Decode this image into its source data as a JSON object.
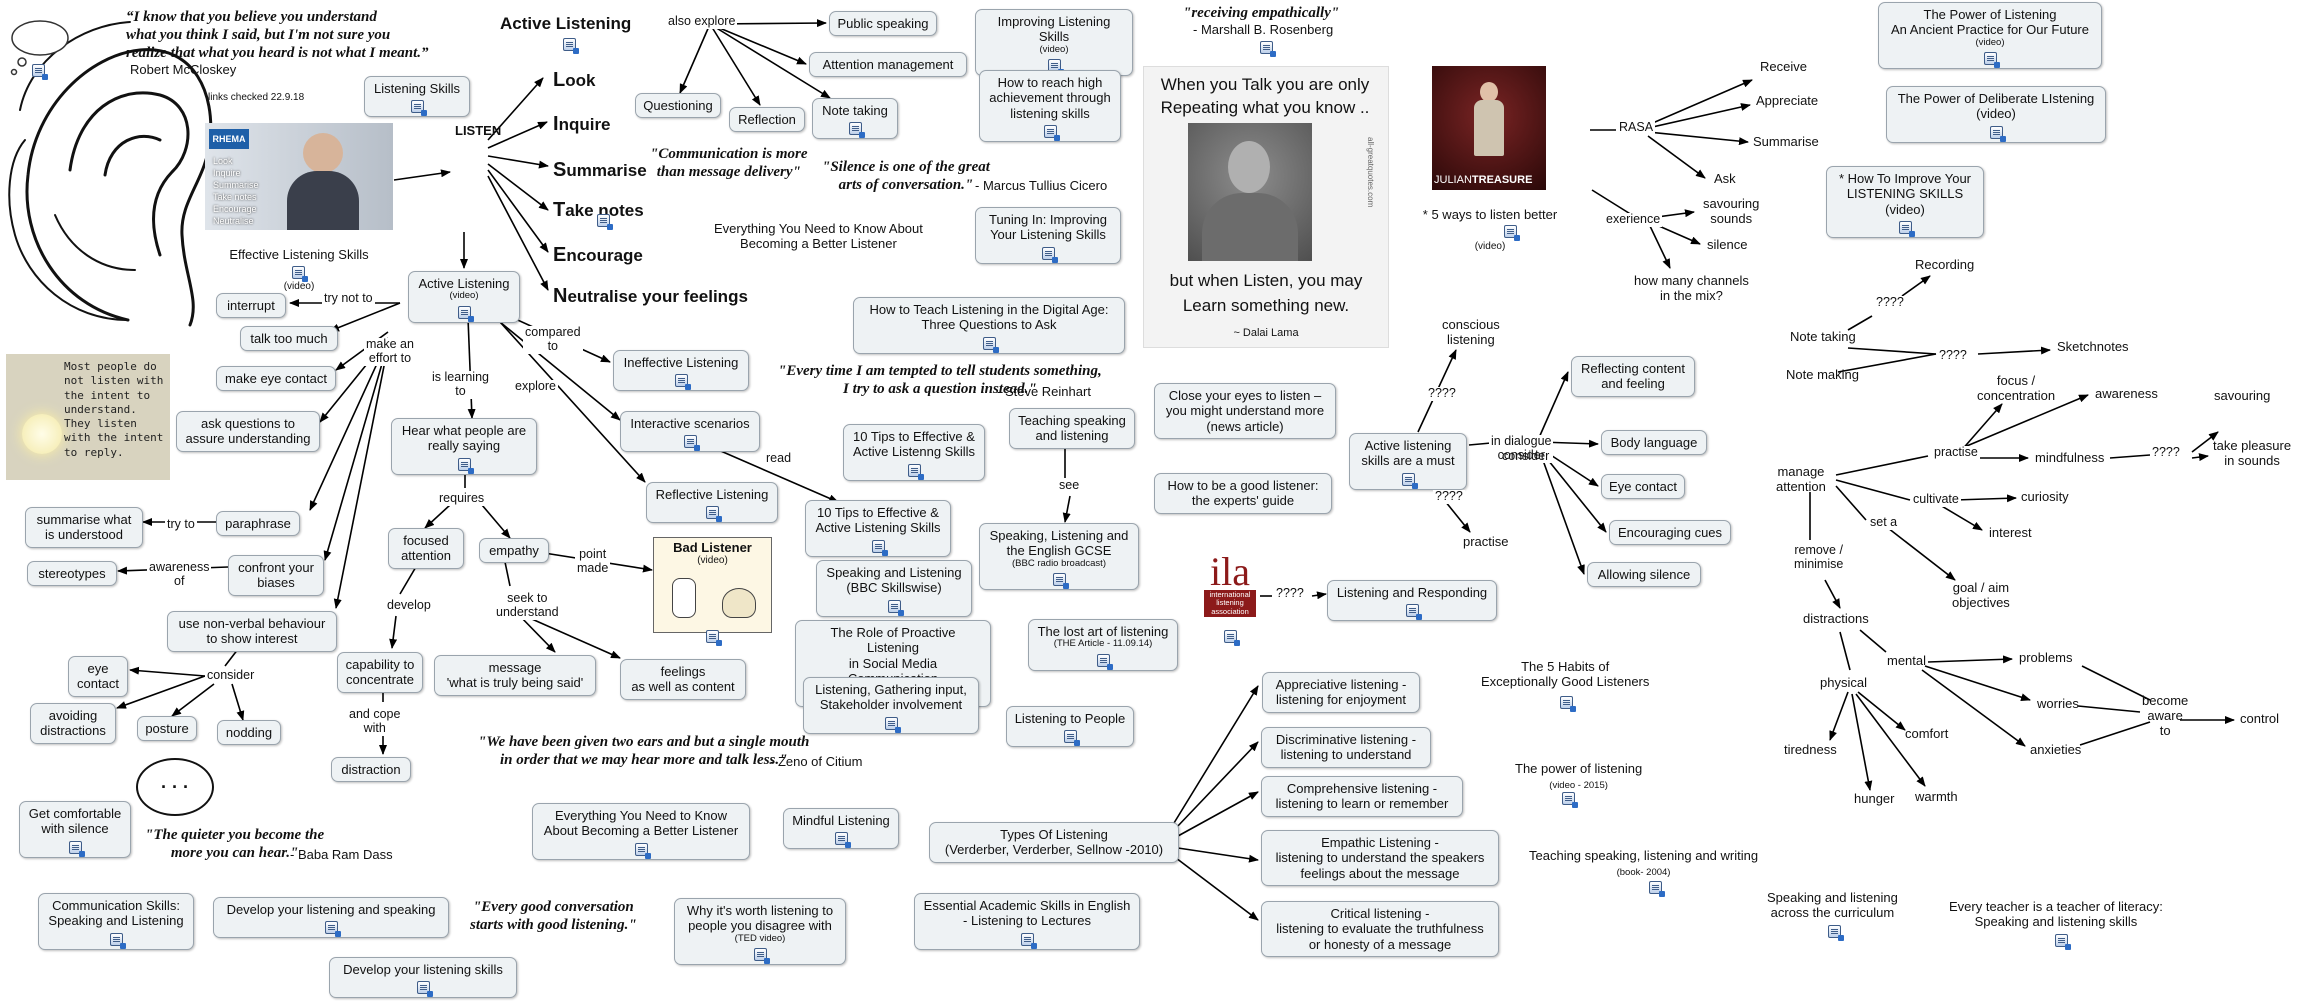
{
  "diagram": {
    "vertical_word": "LISTEN",
    "listen_steps": [
      {
        "letter": "L",
        "rest": "ook"
      },
      {
        "letter": "I",
        "rest": "nquire"
      },
      {
        "letter": "S",
        "rest": "ummarise"
      },
      {
        "letter": "T",
        "rest": "ake notes"
      },
      {
        "letter": "E",
        "rest": "ncourage"
      },
      {
        "letter": "N",
        "rest": "eutralise your feelings"
      }
    ],
    "images": {
      "rhema_logo": "RHEMA",
      "rhema_list": [
        "Look",
        "Inquire",
        "Summarise",
        "Take notes",
        "Encourage",
        "Neutralise"
      ],
      "bulb_quote": "Most people do not listen with the intent to understand. They listen with the intent to reply.",
      "dalai_top": "When you Talk you are only Repeating what you know ..",
      "dalai_bottom": "but when Listen, you may Learn something new.",
      "dalai_author": "~ Dalai Lama",
      "dalai_side": "all-greatquotes.com",
      "ted_brand_light": "JULIAN",
      "ted_brand_bold": "TREASURE",
      "ila_big": "ila",
      "ila_small": "international\nlistening\nassociation",
      "bad_listener_title": "Bad Listener",
      "bad_listener_sub": "(video)",
      "speech_bubble": "· · ·"
    },
    "quotes": [
      {
        "text": "“I know that you believe you understand\nwhat you think I said, but I'm not sure you\nrealize that what you heard is not what I meant.”",
        "author": "Robert McCloskey"
      },
      {
        "text": "\"Communication is more\nthan message delivery\"",
        "author": ""
      },
      {
        "text": "\"Silence is one of the great\narts of conversation.\"",
        "author": "- Marcus Tullius Cicero"
      },
      {
        "text": "\"receiving empathically\"",
        "author": "- Marshall B. Rosenberg"
      },
      {
        "text": "\"Every time I am tempted to tell students something,\nI try to ask a question instead.\"",
        "author": "- Steve Reinhart"
      },
      {
        "text": "\"We have been given two ears and but a single mouth\nin order that we may hear more and talk less.\"",
        "author": "- Zeno of Citium"
      },
      {
        "text": "\"The quieter you become the\nmore you can hear.\"",
        "author": "- Baba Ram Dass"
      },
      {
        "text": "\"Every good conversation\nstarts with good listening.\"",
        "author": ""
      }
    ],
    "texts": {
      "links_checked": "links checked 22.9.18",
      "active_listening_title": "Active Listening",
      "everything_title": "Everything You Need to Know About\nBecoming a Better Listener",
      "rasa": "RASA",
      "receive": "Receive",
      "appreciate": "Appreciate",
      "summarise_r": "Summarise",
      "ask": "Ask",
      "savouring_sounds": "savouring\nsounds",
      "silence_r": "silence",
      "how_many_channels": "how many channels\nin the mix?",
      "conscious_listening": "conscious\nlistening",
      "practise_r": "practise",
      "five_habits": "The 5 Habits of\nExceptionally Good Listeners",
      "power_of_listening": "The power of listening",
      "power_of_listening_sub": "(video - 2015)",
      "teaching_sl_writing": "Teaching speaking, listening and writing",
      "teaching_sl_writing_sub": "(book- 2004)",
      "speaking_across": "Speaking and listening\nacross the curriculum",
      "every_teacher": "Every teacher is a teacher of literacy:\nSpeaking and listening skills",
      "recording": "Recording",
      "note_taking": "Note taking",
      "note_making": "Note making",
      "sketchnotes": "Sketchnotes",
      "manage_attention": "manage\nattention",
      "focus_concentration": "focus /\nconcentration",
      "awareness_r": "awareness",
      "savouring_r": "savouring",
      "mindfulness": "mindfulness",
      "take_pleasure": "take pleasure\nin sounds",
      "curiosity": "curiosity",
      "interest": "interest",
      "goal_aim": "goal /  aim\nobjectives",
      "distractions_r": "distractions",
      "physical": "physical",
      "mental": "mental",
      "problems": "problems",
      "worries": "worries",
      "anxieties": "anxieties",
      "become_aware": "become\naware\nto",
      "control": "control",
      "tiredness": "tiredness",
      "hunger": "hunger",
      "comfort": "comfort",
      "warmth": "warmth",
      "effective_caption": "Effective Listening Skills",
      "effective_caption_sub": "(video)",
      "five_ways": "* 5 ways to listen better",
      "five_ways_sub": "(video)",
      "q4_mark": "????"
    },
    "nodes": {
      "listening_skills": "Listening Skills",
      "active_listening_video": "Active Listening",
      "active_listening_video_sub": "(video)",
      "interrupt": "interrupt",
      "talk_too_much": "talk too much",
      "eye_contact_l": "make eye contact",
      "ask_questions": "ask questions to\nassure understanding",
      "summarise_what": "summarise what\nis understood",
      "paraphrase": "paraphrase",
      "stereotypes": "stereotypes",
      "confront_biases": "confront your\nbiases",
      "non_verbal": "use non-verbal behaviour\nto show interest",
      "eye_contact_s": "eye\ncontact",
      "avoiding_distractions": "avoiding\ndistractions",
      "posture": "posture",
      "nodding": "nodding",
      "get_comfortable": "Get comfortable\nwith silence",
      "comm_skills": "Communication Skills:\nSpeaking and Listening",
      "develop_ls": "Develop your listening and speaking",
      "develop_skills": "Develop your listening skills",
      "hear_what": "Hear what people are\nreally saying",
      "focused_attention": "focused\nattention",
      "empathy": "empathy",
      "capability": "capability to\nconcentrate",
      "distraction": "distraction",
      "message_said": "message\n'what is truly being said'",
      "feelings_content": "feelings\nas well as content",
      "public_speaking": "Public speaking",
      "attention_management": "Attention management",
      "questioning": "Questioning",
      "reflection": "Reflection",
      "note_taking_n": "Note taking",
      "ineffective_listening": "Ineffective Listening",
      "interactive_scenarios": "Interactive scenarios",
      "reflective_listening": "Reflective Listening",
      "ten_tips_a": "10 Tips to Effective &\nActive Listenng Skills",
      "ten_tips_b": "10 Tips to Effective &\nActive Listening Skills",
      "speaking_bbc": "Speaking and Listening\n(BBC Skillswise)",
      "proactive": "The Role of Proactive Listening\nin Social Media Communication",
      "gathering": "Listening, Gathering input,\nStakeholder involvement",
      "improving": "Improving Listening Skills",
      "improving_sub": "(video)",
      "high_achievement": "How to reach high\nachievement through\nlistening skills",
      "tuning_in": "Tuning In: Improving\nYour Listening Skills",
      "digital_age": "How to Teach Listening in the Digital Age:\nThree Questions to Ask",
      "teaching_speaking": "Teaching speaking\nand listening",
      "gcse": "Speaking, Listening and\nthe English GCSE",
      "gcse_sub": "(BBC radio broadcast)",
      "lost_art": "The lost art of listening",
      "lost_art_sub": "(THE Article - 11.09.14)",
      "listening_to_people": "Listening to People",
      "close_eyes": "Close your eyes to listen –\nyou might understand more\n(news article)",
      "good_listener": "How to be a good listener:\nthe experts' guide",
      "types": "Types Of Listening\n(Verderber, Verderber, Sellnow -2010)",
      "appreciative": "Appreciative listening -\nlistening for enjoyment",
      "discriminative": "Discriminative listening -\nlistening to understand",
      "comprehensive": "Comprehensive listening -\nlistening to learn or remember",
      "empathic": "Empathic Listening -\nlistening to understand the speakers\nfeelings about the message",
      "critical": "Critical listening -\nlistening to evaluate the truthfulness\nor honesty of a message",
      "essential_academic": "Essential Academic Skills in English\n- Listening to Lectures",
      "worth_listening": "Why it's worth listening to\npeople you disagree with",
      "worth_listening_sub": "(TED video)",
      "mindful": "Mindful Listening",
      "everything_node": "Everything You Need to Know\nAbout Becoming a Better Listener",
      "active_must": "Active listening\nskills are a must",
      "reflecting": "Reflecting content\nand feeling",
      "body_language": "Body language",
      "eye_contact_r": "Eye contact",
      "encouraging": "Encouraging cues",
      "allowing_silence": "Allowing silence",
      "listening_responding": "Listening and Responding",
      "ancient": "The Power of Listening\nAn Ancient Practice for Our Future",
      "ancient_sub": "(video)",
      "deliberate": "The Power of Deliberate LIstening\n(video)",
      "how_to_improve": "* How To Improve Your\nLISTENING SKILLS\n(video)"
    },
    "links": {
      "also_explore": "also explore",
      "try_not_to": "try not to",
      "make_an_effort": "make an\neffort to",
      "is_learning_to": "is learning\nto",
      "compared_to": "compared\nto",
      "explore": "explore",
      "read": "read",
      "requires": "requires",
      "point_made": "point\nmade",
      "seek_to_understand": "seek to\nunderstand",
      "develop": "develop",
      "and_cope_with": "and cope\nwith",
      "try_to": "try to",
      "awareness_of": "awareness\nof",
      "consider": "consider",
      "see": "see",
      "in_dialogue_consider": "in dialogue\nconsider",
      "exerience": "exerience",
      "practise": "practise",
      "cultivate": "cultivate",
      "set_a": "set a",
      "remove_minimise": "remove /\nminimise"
    }
  }
}
